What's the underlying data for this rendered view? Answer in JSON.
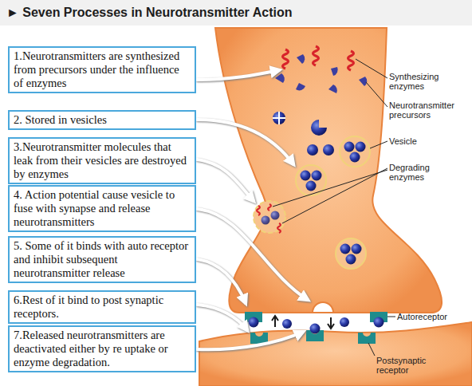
{
  "diagram": {
    "title": "► Seven Processes in Neurotransmitter Action",
    "nodes": [
      {
        "text": [
          "1.Neurotransmitters are synthesized from precursors under the influence of enzymes"
        ]
      },
      {
        "text": [
          "2. Stored in vesicles"
        ]
      },
      {
        "text": [
          "3.Neurotransmitter molecules that leak from their vesicles are destroyed by enzymes"
        ]
      },
      {
        "text": [
          "4. Action potential cause vesicle to fuse with synapse and release neurotransmitters"
        ]
      },
      {
        "text": [
          "5. Some of it binds with auto receptor and inhibit subsequent neurotransmitter release"
        ]
      },
      {
        "text": [
          "6.Rest of it bind to post synaptic receptors."
        ]
      },
      {
        "text": [
          "7.Released neurotransmitters are deactivated either by re uptake or enzyme degradation."
        ]
      }
    ],
    "labels": [
      "Synthesizing enzymes",
      "Neurotransmitter precursors",
      "Vesicle",
      "Degrading enzymes",
      "Autoreceptor",
      "Postsynaptic receptor"
    ]
  }
}
